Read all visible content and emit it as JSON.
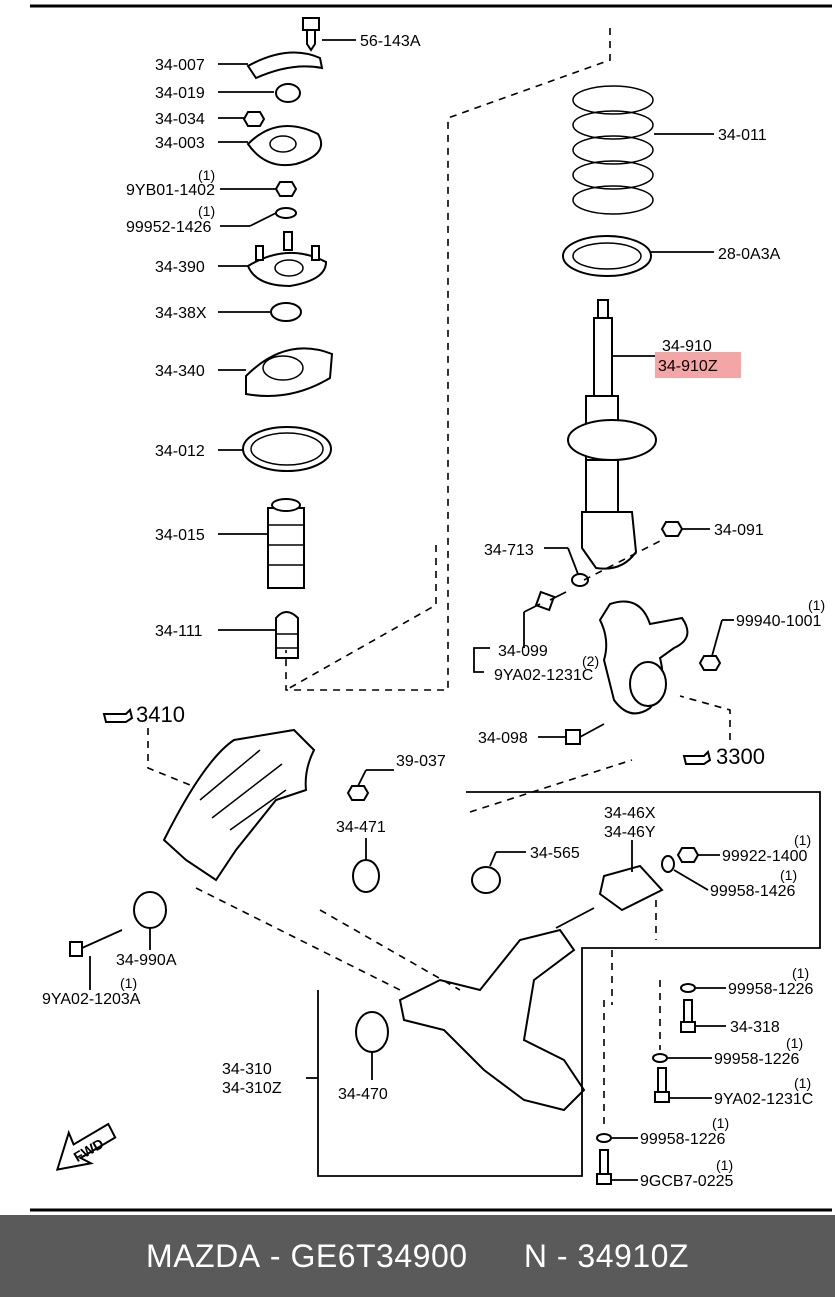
{
  "parts": {
    "p56_143a": "56-143A",
    "p34_007": "34-007",
    "p34_019": "34-019",
    "p34_034": "34-034",
    "p34_003": "34-003",
    "p9yb01_1402": "9YB01-1402",
    "p99952_1426": "99952-1426",
    "p34_390": "34-390",
    "p34_38x": "34-38X",
    "p34_340": "34-340",
    "p34_012": "34-012",
    "p34_015": "34-015",
    "p34_111": "34-111",
    "p34_011": "34-011",
    "p28_0a3a": "28-0A3A",
    "p34_910": "34-910",
    "p34_910z": "34-910Z",
    "p34_713": "34-713",
    "p34_091": "34-091",
    "p34_099": "34-099",
    "p9ya02_1231c_a": "9YA02-1231C",
    "p99940_1001": "99940-1001",
    "p34_098": "34-098",
    "ref_3410": "3410",
    "ref_3300": "3300",
    "p39_037": "39-037",
    "p34_471": "34-471",
    "p34_565": "34-565",
    "p34_46x": "34-46X",
    "p34_46y": "34-46Y",
    "p99922_1400": "99922-1400",
    "p99958_1426": "99958-1426",
    "p34_990a": "34-990A",
    "p9ya02_1203a": "9YA02-1203A",
    "p99958_1226_a": "99958-1226",
    "p34_318": "34-318",
    "p99958_1226_b": "99958-1226",
    "p9ya02_1231c_b": "9YA02-1231C",
    "p34_310": "34-310",
    "p34_310z": "34-310Z",
    "p34_470": "34-470",
    "p99958_1226_c": "99958-1226",
    "p9gcb7_0225": "9GCB7-0225",
    "fwd": "FWD"
  },
  "qty": {
    "q1": "(1)",
    "q2": "(2)"
  },
  "highlight_color": "#f4a6a6",
  "footer": {
    "brand": "MAZDA",
    "part_number": "GE6T34900",
    "ref_prefix": "N",
    "ref": "34910Z",
    "sep": " - "
  }
}
